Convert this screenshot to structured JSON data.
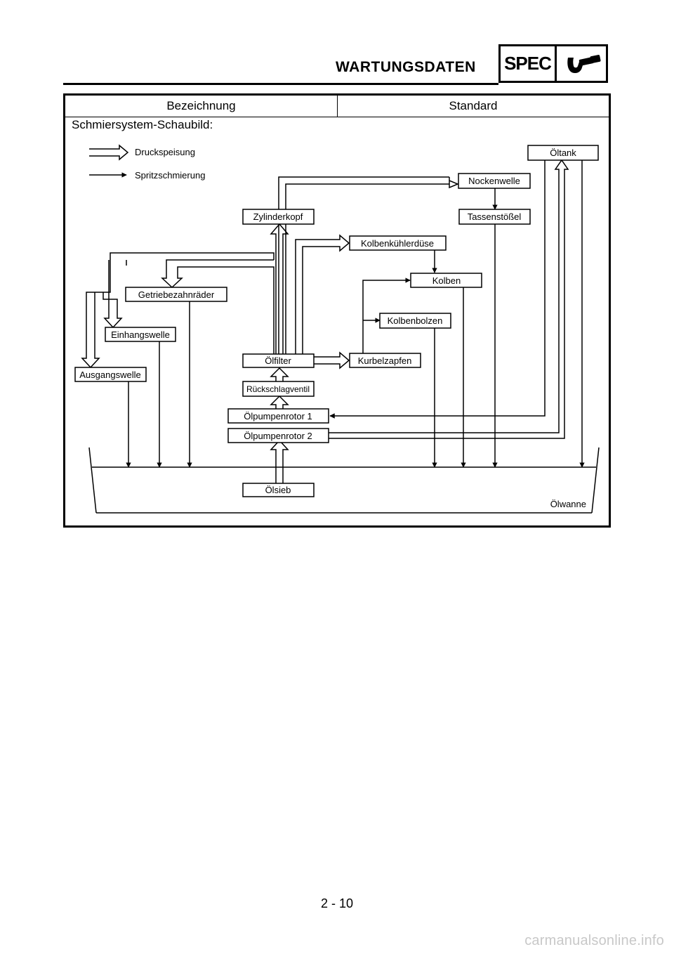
{
  "header": {
    "title": "WARTUNGSDATEN",
    "spec_label": "SPEC",
    "spec_icon": "wrench-icon"
  },
  "table": {
    "col1": "Bezeichnung",
    "col2": "Standard",
    "section": "Schmiersystem-Schaubild:"
  },
  "legend": {
    "pressure": "Druckspeisung",
    "splash": "Spritzschmierung"
  },
  "nodes": {
    "oeltank": "Öltank",
    "nockenwelle": "Nockenwelle",
    "zylinderkopf": "Zylinderkopf",
    "tassenstoessel": "Tassenstößel",
    "kolbenkuehlerduese": "Kolbenkühlerdüse",
    "kolben": "Kolben",
    "getriebezahnraeder": "Getriebezahnräder",
    "kolbenbolzen": "Kolbenbolzen",
    "einhangswelle": "Einhangswelle",
    "oelfilter": "Ölfilter",
    "kurbelzapfen": "Kurbelzapfen",
    "ausgangswelle": "Ausgangswelle",
    "rueckschlagventil": "Rückschlagventil",
    "oelpumpenrotor1": "Ölpumpenrotor 1",
    "oelpumpenrotor2": "Ölpumpenrotor 2",
    "oelsieb": "Ölsieb",
    "oelwanne": "Ölwanne"
  },
  "page_number": "2 - 10",
  "watermark": "carmanualsonline.info"
}
